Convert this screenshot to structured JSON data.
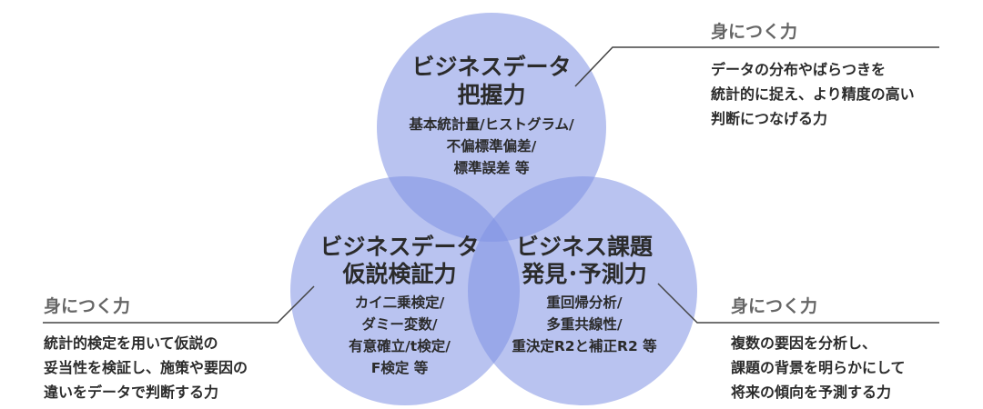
{
  "circles": {
    "top": {
      "title_lines": [
        "ビジネスデータ",
        "把握力"
      ],
      "sub_lines": [
        "基本統計量/ヒストグラム/",
        "不偏標準偏差/",
        "標準誤差 等"
      ]
    },
    "left": {
      "title_lines": [
        "ビジネスデータ",
        "仮説検証力"
      ],
      "sub_lines": [
        "カイ二乗検定/",
        "ダミー変数/",
        "有意確立/t検定/",
        "F検定 等"
      ]
    },
    "right": {
      "title_lines": [
        "ビジネス課題",
        "発見･予測力"
      ],
      "sub_lines": [
        "重回帰分析/",
        "多重共線性/",
        "重決定R2と補正R2 等"
      ]
    }
  },
  "callouts": {
    "top_right": {
      "heading": "身につく力",
      "lines": [
        "データの分布やばらつきを",
        "統計的に捉え、より精度の高い",
        "判断につなげる力"
      ]
    },
    "bottom_left": {
      "heading": "身につく力",
      "lines": [
        "統計的検定を用いて仮説の",
        "妥当性を検証し、施策や要因の",
        "違いをデータで判断する力"
      ]
    },
    "bottom_right": {
      "heading": "身につく力",
      "lines": [
        "複数の要因を分析し、",
        "課題の背景を明らかにして",
        "将来の傾向を予測する力"
      ]
    }
  },
  "colors": {
    "circle_fill": "#7f92e4",
    "text": "#2b2b2b",
    "callout_heading": "#666666",
    "leader_line": "#444444"
  }
}
